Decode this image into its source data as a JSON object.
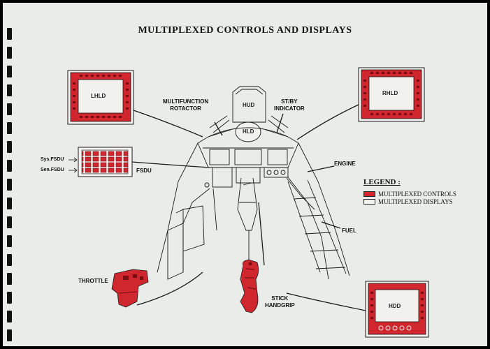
{
  "title": "MULTIPLEXED CONTROLS AND DISPLAYS",
  "labels": {
    "lhld": "LHLD",
    "rhld": "RHLD",
    "hud": "HUD",
    "hld": "HLD",
    "hdd": "HDD",
    "fsdu": "FSDU",
    "sys_fsdu": "Sys.FSDU",
    "sen_fsdu": "Sen.FSDU",
    "multifunction_rotactor_line1": "MULTIFUNCTION",
    "multifunction_rotactor_line2": "ROTACTOR",
    "stby_indicator_line1": "ST/BY",
    "stby_indicator_line2": "INDICATOR",
    "engine": "ENGINE",
    "fuel": "FUEL",
    "throttle": "THROTTLE",
    "stick_handgrip_line1": "STICK",
    "stick_handgrip_line2": "HANDGRIP"
  },
  "legend": {
    "title": "LEGEND :",
    "items": [
      {
        "label": "MULTIPLEXED CONTROLS",
        "color": "#d0262e"
      },
      {
        "label": "MULTIPLEXED DISPLAYS",
        "color": "#f4f4f2"
      }
    ]
  },
  "colors": {
    "control_red": "#d0262e",
    "line": "#1a1a1a",
    "paper": "#e9ece8"
  }
}
